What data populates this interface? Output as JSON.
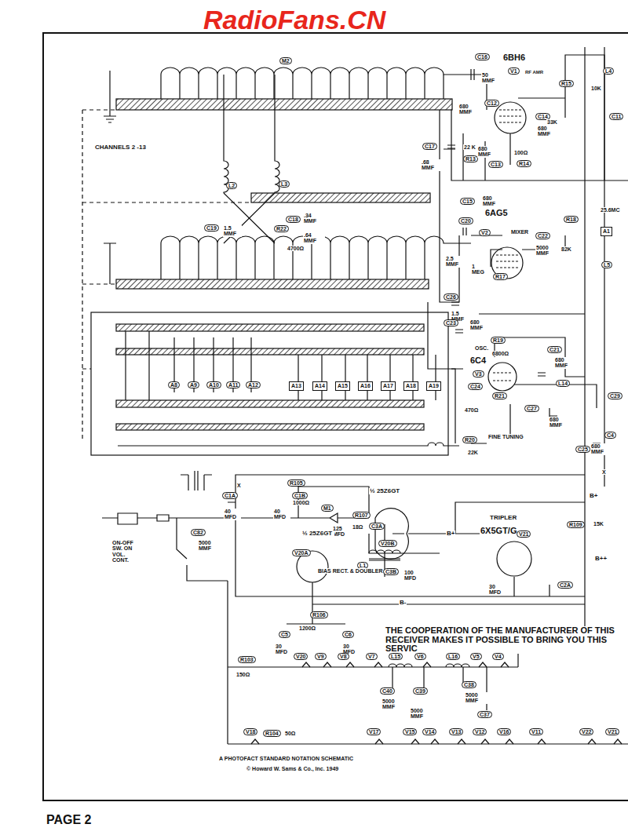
{
  "diagram": {
    "nodes": [
      {
        "text": [
          "A1"
        ]
      },
      {
        "text": [
          "A13"
        ]
      },
      {
        "text": [
          "A14"
        ]
      },
      {
        "text": [
          "A15"
        ]
      },
      {
        "text": [
          "A16"
        ]
      },
      {
        "text": [
          "A17"
        ]
      },
      {
        "text": [
          "A18"
        ]
      },
      {
        "text": [
          "A19"
        ]
      }
    ],
    "labels": [
      "RadioFans.CN",
      "M2",
      "C16",
      "50 MMF",
      "6BH6",
      "V1",
      "RF AMR",
      "R15",
      "10K",
      "L4",
      "C11",
      "680 MMF",
      "C12",
      "22 K",
      "R13",
      "C14",
      "680 MMF",
      "33K",
      "100Ω",
      "R14",
      "C13",
      "680 MMF",
      "C17",
      ".68 MMF",
      "C15",
      "680 MMF",
      "L2",
      "L3",
      "C18",
      ".34 MMF",
      ".64 MMF",
      "R22",
      "4700Ω",
      "C19",
      "1.5 MMF",
      "CHANNELS 2 -13",
      "6AG5",
      "MIXER",
      "V2",
      "R18",
      "82K",
      "C22",
      "5000 MMF",
      "C20",
      "2.5 MMF",
      "1 MEG",
      "R17",
      "25.6MC",
      "L5",
      "C26",
      "1.5 MMF",
      "C23",
      "680 MMF",
      "R19",
      "6800Ω",
      "C21",
      "680 MMF",
      "OSC.",
      "6C4",
      "V3",
      "C24",
      "R21",
      "470Ω",
      "L14",
      "C27",
      "680 MMF",
      "C29",
      "FINE TUNING",
      "R20",
      "22K",
      "C4",
      "680 MMF",
      "C25",
      "A8",
      "A9",
      "A10",
      "A11",
      "A12",
      "R105",
      "1000Ω",
      "C1A",
      "40 MFD",
      "C1B",
      "40 MFD",
      "M1",
      "R107",
      "18Ω",
      "C3A",
      "125 MFD",
      "½ 25Z6GT",
      "V20B",
      "B+",
      "TRIPLER",
      "6X5GT/G",
      "V21",
      "R109",
      "15K",
      "B++",
      "L1",
      "C3B",
      "100 MFD",
      "½ 25Z6GT",
      "V20A",
      "BIAS RECT. & DOUBLER",
      "30 MFD",
      "C2A",
      "C82",
      "5000 MMF",
      "ON-OFF SW. ON VOL. CONT.",
      "R106",
      "1200Ω",
      "C5",
      "30 MFD",
      "C6",
      "30 MFD",
      "B-",
      "THE COOPERATION OF THE MANUFACTURER OF THIS RECEIVER MAKES IT POSSIBLE TO BRING YOU THIS SERVIC",
      "R103",
      "150Ω",
      "V20",
      "V9",
      "V8",
      "V7",
      "L15",
      "V6",
      "L16",
      "V5",
      "V4",
      "C40",
      "5000 MMF",
      "C39",
      "5000 MMF",
      "C38",
      "5000 MMF",
      "C37",
      "V18",
      "R104",
      "50Ω",
      "V17",
      "V15",
      "V14",
      "V13",
      "V12",
      "V16",
      "V11",
      "V22",
      "V21",
      "A PHOTOFACT STANDARD NOTATION SCHEMATIC",
      "© Howard W. Sams & Co., Inc. 1949",
      "PAGE 2",
      "X",
      "X",
      "B+"
    ]
  }
}
